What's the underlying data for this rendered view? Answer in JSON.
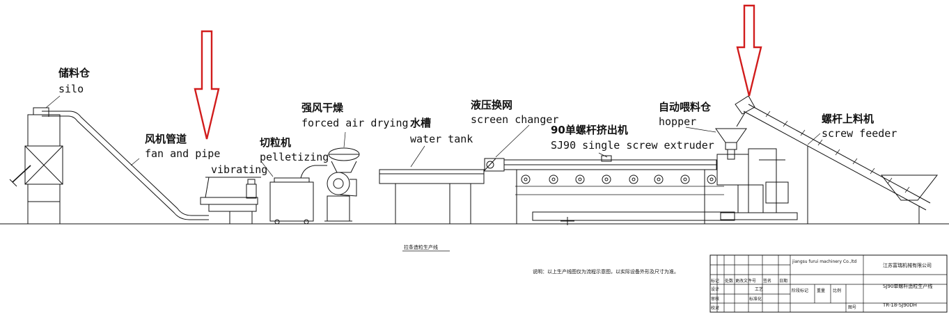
{
  "labels": {
    "silo_cn": "储料仓",
    "silo_en": "silo",
    "fan_cn": "风机管道",
    "fan_en": "fan and pipe",
    "vibrating_en": "vibrating",
    "pellet_cn": "切粒机",
    "pellet_en": "pelletizing",
    "dry_cn": "强风干燥",
    "dry_en": "forced air drying",
    "tank_cn": "水槽",
    "tank_en": "water tank",
    "screen_cn": "液压换网",
    "screen_en": "screen changer",
    "extruder_cn": "90单螺杆挤出机",
    "extruder_en": "SJ90 single screw extruder",
    "hopper_cn": "自动喂料仓",
    "hopper_en": "hopper",
    "feeder_cn": "螺杆上料机",
    "feeder_en": "screw feeder"
  },
  "notes": {
    "drawing_title": "拉条造粒生产线",
    "remark": "说明：以上生产线图仅为流程示意图，以实际设备外形及尺寸为准。"
  },
  "title_block": {
    "company_en": "jiangsu furui machinery Co.,ltd",
    "company_cn": "江苏富瑞机械有限公司",
    "product": "SJ90单螺杆造粒生产线",
    "drawing_no": "TR-18-SJ90DH",
    "process": "工艺",
    "row_marks": [
      "标记",
      "处数",
      "更改文件号",
      "签名",
      "日期"
    ],
    "side_labels": [
      "设计",
      "审核",
      "校对",
      "标准化"
    ],
    "stage_mark": "阶段标记",
    "weight": "重量",
    "ratio": "比例",
    "sheet": "图号"
  },
  "colors": {
    "arrow": "#d11c1c",
    "line": "#111111"
  }
}
